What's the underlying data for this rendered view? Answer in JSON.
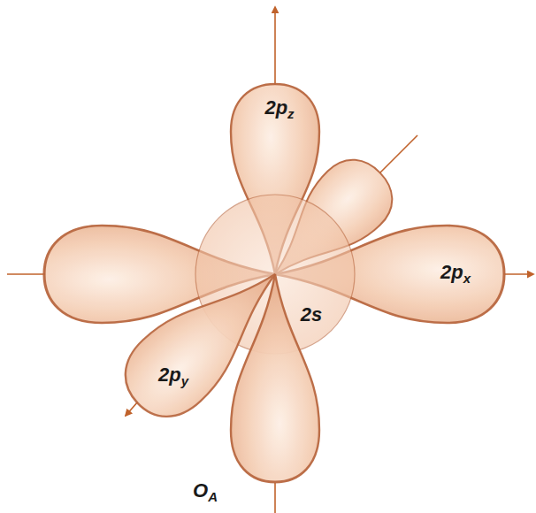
{
  "diagram": {
    "labels": [
      "2pz",
      "2px",
      "2py",
      "2s",
      "OA"
    ]
  }
}
